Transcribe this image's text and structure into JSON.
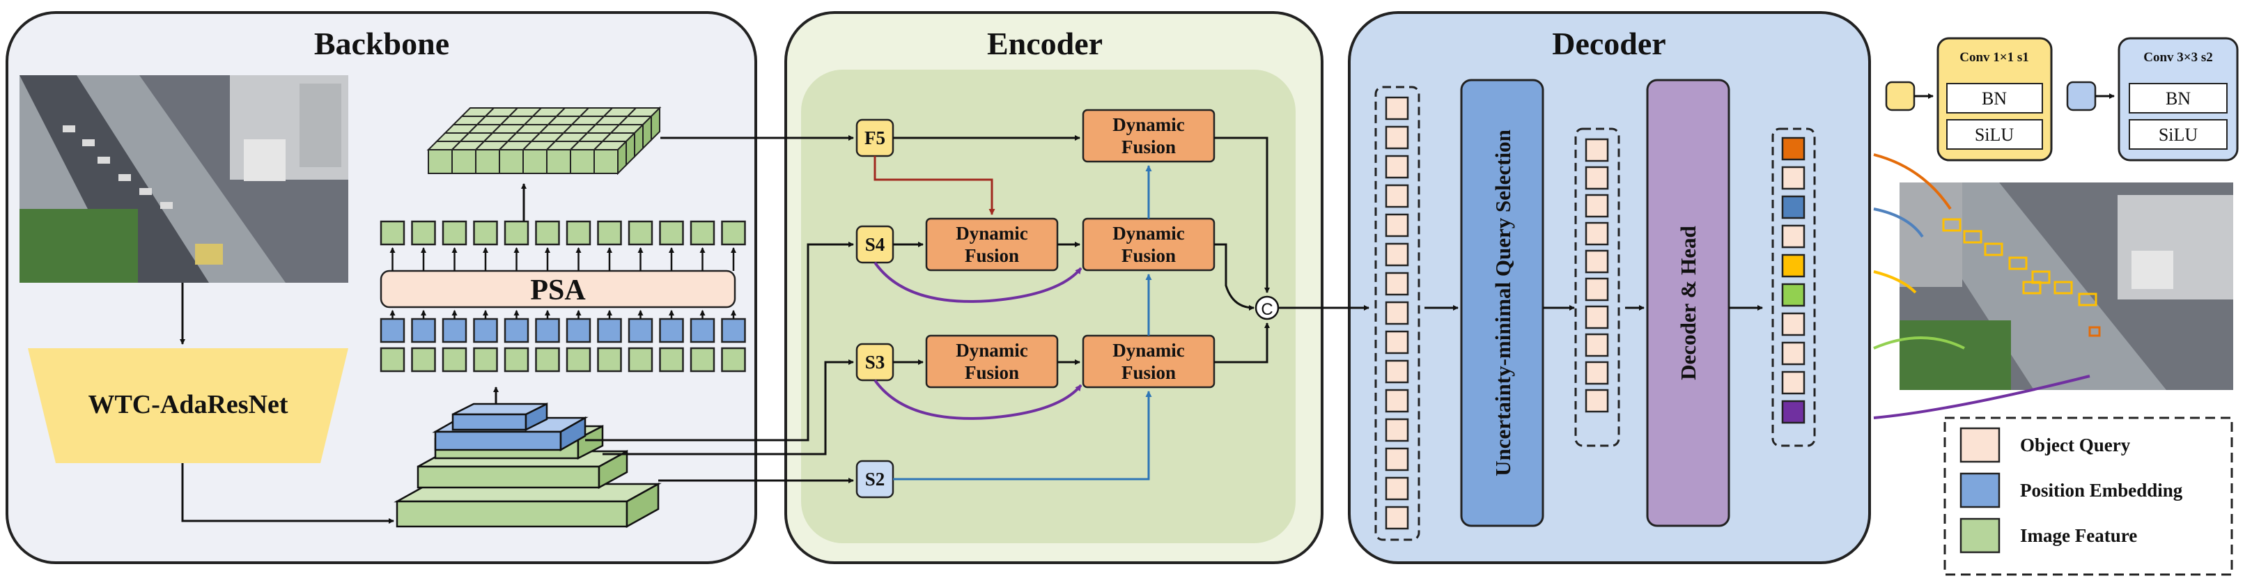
{
  "panels": {
    "backbone_title": "Backbone",
    "encoder_title": "Encoder",
    "decoder_title": "Decoder"
  },
  "backbone": {
    "psa_label": "PSA",
    "wtc_label": "WTC-AdaResNet"
  },
  "encoder": {
    "f5_label": "F5",
    "s4_label": "S4",
    "s3_label": "S3",
    "s2_label": "S2",
    "fusion_line1": "Dynamic",
    "fusion_line2": "Fusion",
    "concat_symbol": "C"
  },
  "decoder": {
    "query_selection_label": "Uncertainty-minimal Query Selection",
    "decoder_head_label": "Decoder & Head"
  },
  "conv_blocks": {
    "yellow": {
      "title": "Conv 1×1 s1",
      "bn": "BN",
      "act": "SiLU"
    },
    "blue": {
      "title": "Conv 3×3 s2",
      "bn": "BN",
      "act": "SiLU"
    }
  },
  "legend": {
    "items": [
      {
        "label": "Object Query",
        "color": "#fbe3d4"
      },
      {
        "label": "Position Embedding",
        "color": "#7ea6dc"
      },
      {
        "label": "Image Feature",
        "color": "#b6d59b"
      }
    ]
  },
  "colors": {
    "backbone_bg": "#eef0f6",
    "encoder_bg": "#eef3e0",
    "encoder_inner": "#d7e3bd",
    "decoder_bg": "#c9daf0",
    "fusion": "#f1a66e",
    "yellow": "#fce38a",
    "query_box": "#fbe3d4",
    "selection_bar": "#7ea6dc",
    "decoder_bar": "#b39ac9",
    "green_feature": "#b6d59b",
    "blue_feature": "#7ea6dc",
    "s2_box": "#c9dbf4",
    "purple_arrow": "#7030a0",
    "blue_arrow": "#2e75b6",
    "red_arrow": "#a0281e"
  },
  "output_colors": [
    "#e46c0a",
    "#fbe3d4",
    "#4f81bd",
    "#fbe3d4",
    "#ffc000",
    "#92d050",
    "#fbe3d4",
    "#fbe3d4",
    "#fbe3d4",
    "#7030a0"
  ],
  "images": {
    "input_photo": "aerial street scene",
    "output_photo": "aerial street scene with detection boxes"
  }
}
